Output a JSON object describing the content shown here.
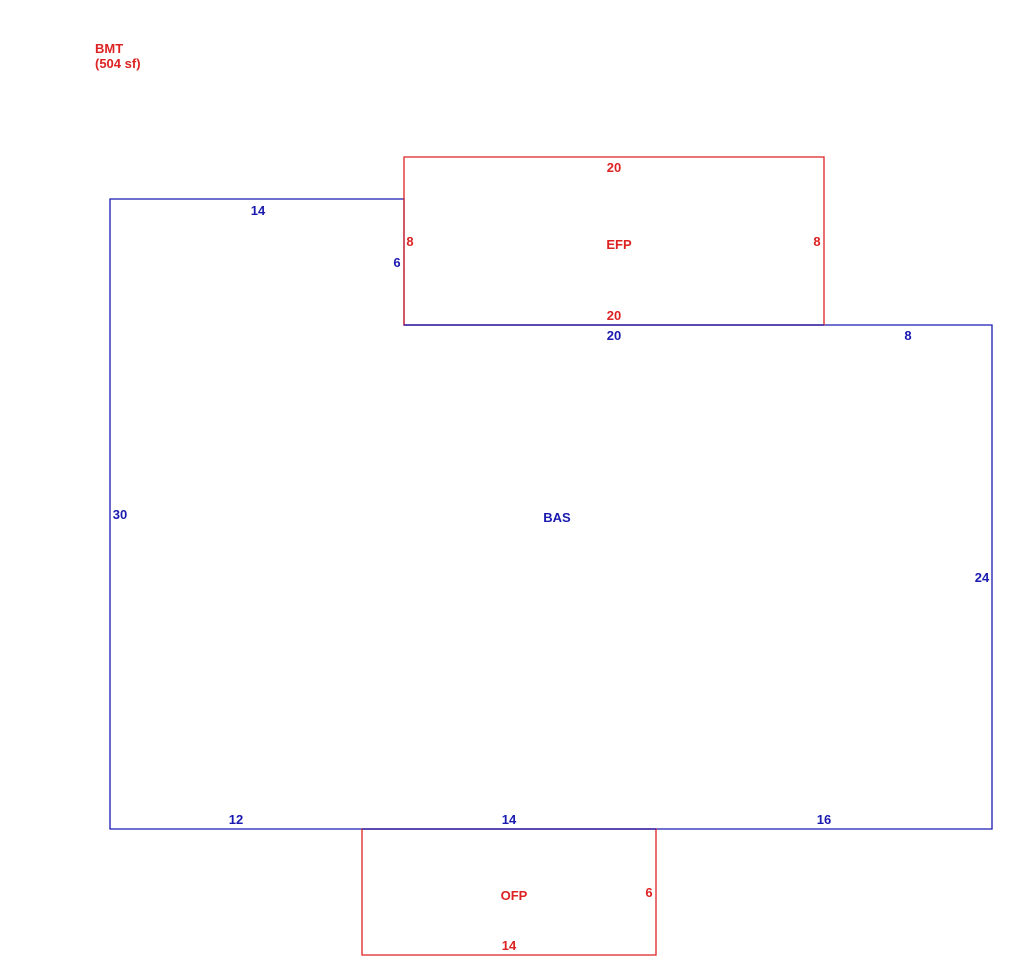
{
  "colors": {
    "bas": "#1a1ab0",
    "porch": "#dd2222",
    "background": "#ffffff"
  },
  "note": {
    "title": "BMT",
    "subtitle": "(504 sf)"
  },
  "areas": {
    "bas": {
      "label": "BAS",
      "dims": {
        "top_left": "14",
        "step_vertical": "6",
        "step_horizontal": "20",
        "top_right": "8",
        "left": "30",
        "right": "24",
        "bottom_left": "12",
        "bottom_mid": "14",
        "bottom_right": "16"
      }
    },
    "efp": {
      "label": "EFP",
      "dims": {
        "top": "20",
        "left": "8",
        "right": "8",
        "bottom": "20"
      }
    },
    "ofp": {
      "label": "OFP",
      "dims": {
        "right": "6",
        "bottom": "14"
      }
    }
  }
}
